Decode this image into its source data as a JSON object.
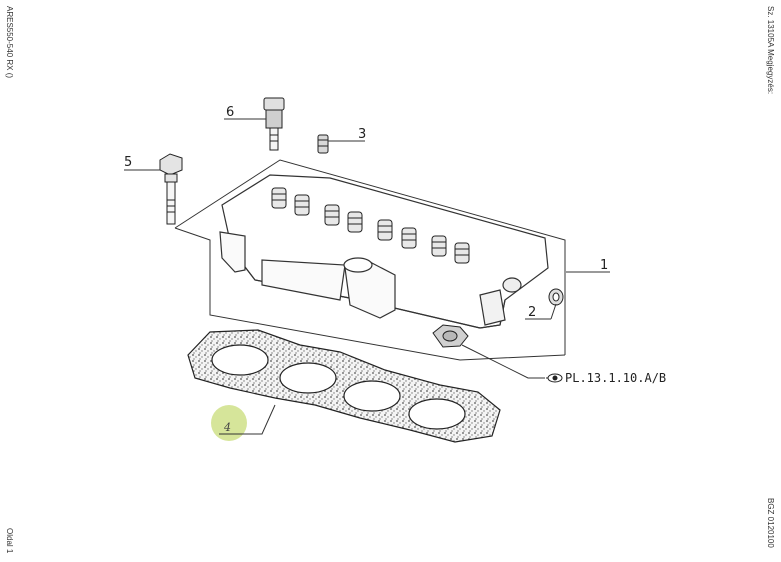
{
  "margins": {
    "top_left": "ARES550-540 RX ()",
    "bottom_left": "Oldal 1",
    "top_right": "Sz. 13105A  Megjegyzés:",
    "bottom_right": "BGZ 0120100"
  },
  "callouts": {
    "c1": "1",
    "c2": "2",
    "c3": "3",
    "c4": "4",
    "c5": "5",
    "c6": "6"
  },
  "reference": {
    "text": "PL.13.1.10.A/B",
    "icon": "eye-icon"
  },
  "highlight_color": "#c8dc78"
}
